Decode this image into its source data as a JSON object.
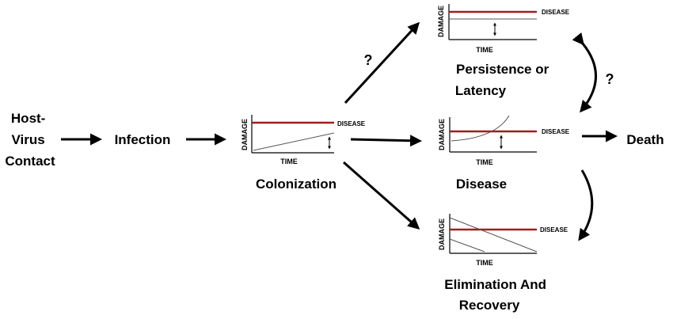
{
  "nodes": {
    "host_contact": [
      "Host-",
      "Virus",
      "Contact"
    ],
    "infection": "Infection",
    "colonization": "Colonization",
    "persistence": [
      "Persistence or",
      "Latency"
    ],
    "disease": "Disease",
    "elimination": [
      "Elimination And",
      "Recovery"
    ],
    "death": "Death"
  },
  "question_marks": [
    "?",
    "?"
  ],
  "panel_labels": {
    "x_axis": "TIME",
    "y_axis": "DAMAGE",
    "threshold": "DISEASE"
  },
  "colors": {
    "threshold_line": "#a01e1e",
    "stroke": "#000000",
    "curve": "#555555"
  }
}
